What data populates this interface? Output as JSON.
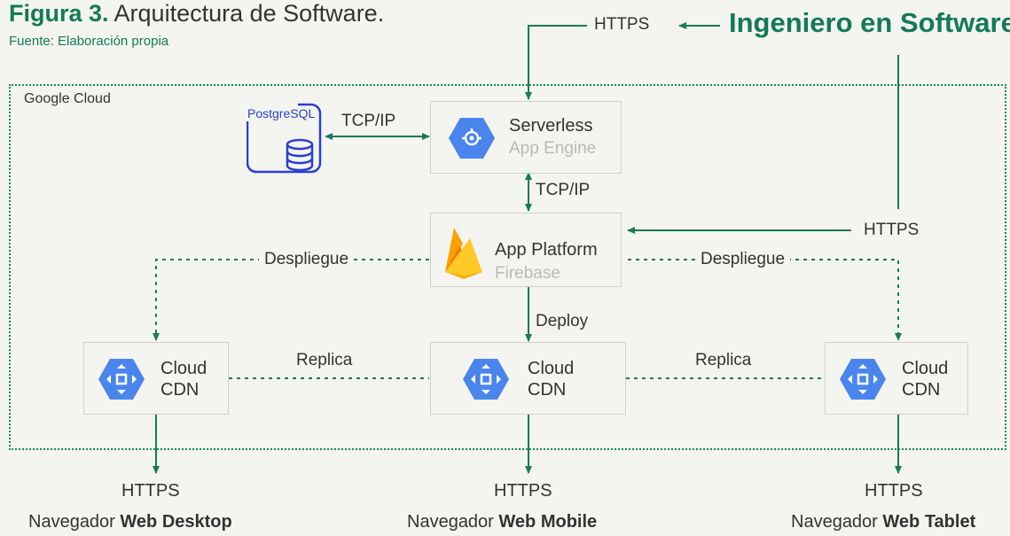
{
  "header": {
    "figure_label": "Figura 3.",
    "figure_title": " Arquitectura de Software.",
    "source": "Fuente: Elaboración propia"
  },
  "actor": "Ingeniero en Software",
  "region": "Google Cloud",
  "nodes": {
    "postgres": "PostgreSQL",
    "serverless": {
      "title": "Serverless",
      "subtitle": "App Engine"
    },
    "app_platform": {
      "title": "App Platform",
      "subtitle": "Firebase"
    },
    "cdn_left": {
      "line1": "Cloud",
      "line2": "CDN"
    },
    "cdn_center": {
      "line1": "Cloud",
      "line2": "CDN"
    },
    "cdn_right": {
      "line1": "Cloud",
      "line2": "CDN"
    }
  },
  "edges": {
    "top_https": "HTTPS",
    "db_link": "TCP/IP",
    "serverless_platform": "TCP/IP",
    "right_https": "HTTPS",
    "deploy_left": "Despliegue",
    "deploy_right": "Despliegue",
    "deploy_center": "Deploy",
    "replica_left": "Replica",
    "replica_right": "Replica",
    "out_left": "HTTPS",
    "out_center": "HTTPS",
    "out_right": "HTTPS"
  },
  "clients": {
    "left": {
      "prefix": "Navegador ",
      "bold": "Web Desktop"
    },
    "center": {
      "prefix": "Navegador ",
      "bold": "Web Mobile"
    },
    "right": {
      "prefix": "Navegador ",
      "bold": "Web Tablet"
    }
  },
  "colors": {
    "accent": "#137a57",
    "line": "#1a7a5a",
    "icon_blue": "#4a85ee",
    "db_blue": "#2b3fcf"
  }
}
